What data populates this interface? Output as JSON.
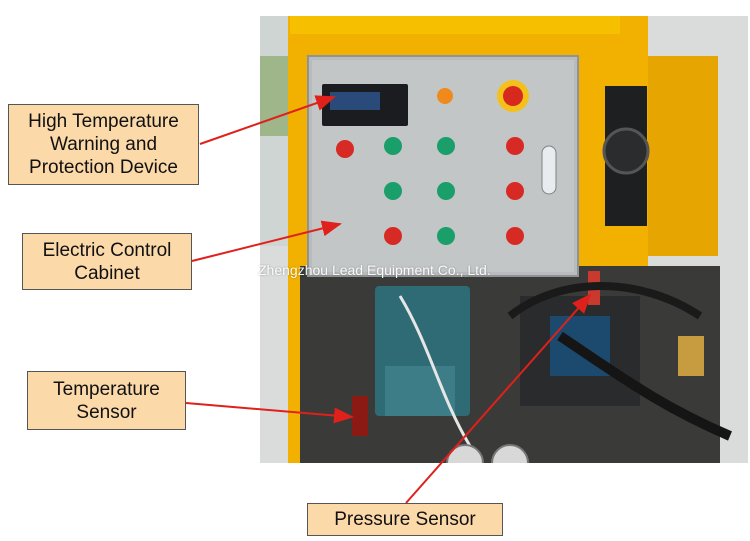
{
  "labels": {
    "high_temp": "High Temperature\nWarning and\nProtection Device",
    "control_cabinet": "Electric Control\nCabinet",
    "temp_sensor": "Temperature\nSensor",
    "pressure_sensor": "Pressure Sensor"
  },
  "watermark": "Zhengzhou Lead Equipment Co., Ltd.",
  "colors": {
    "label_fill": "#fbd9a9",
    "arrow": "#e0201a",
    "frame_yellow": "#f2b100",
    "cabinet_steel": "#b9bcbe"
  }
}
